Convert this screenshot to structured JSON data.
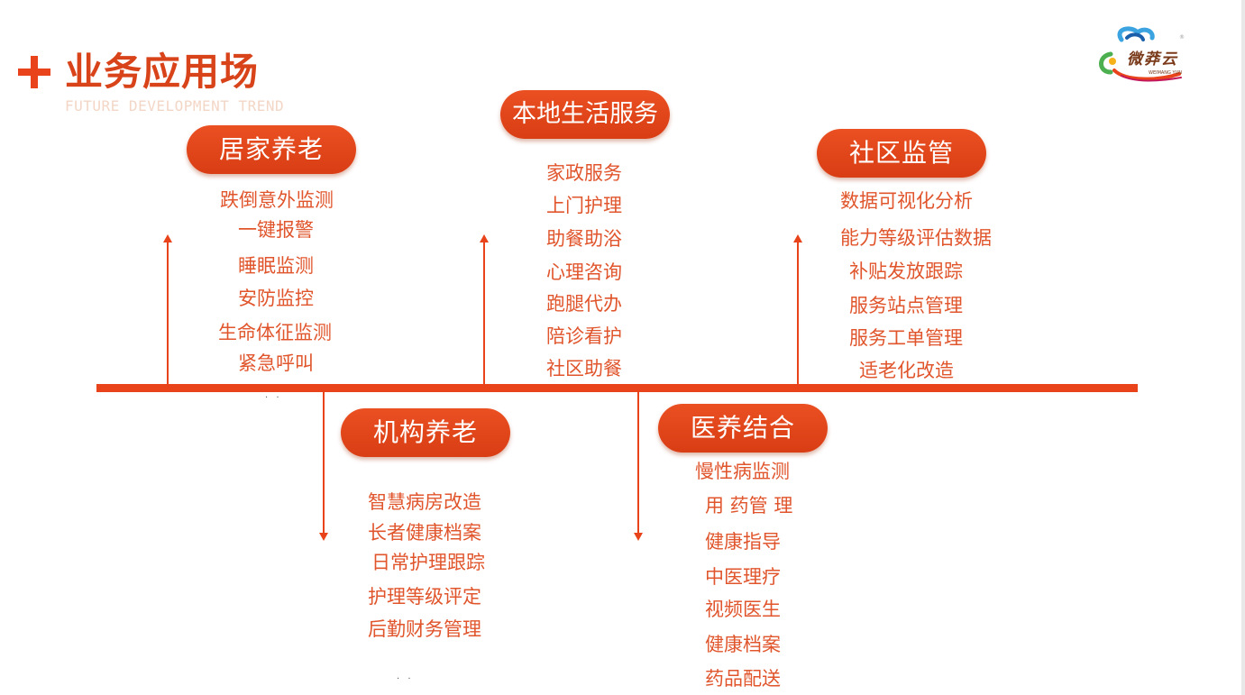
{
  "header": {
    "title": "业务应用场",
    "subtitle": "FUTURE DEVELOPMENT TREND"
  },
  "logo": {
    "name": "微莽云",
    "sub": "WEIMANG YUN",
    "registered": "®"
  },
  "colors": {
    "accent": "#e8431a",
    "item_text": "#e0552c",
    "subtitle": "#f3d6c6"
  },
  "categories": [
    {
      "label": "居家养老",
      "items": [
        "跌倒意外监测",
        "一键报警",
        "睡眠监测",
        "安防监控",
        "生命体征监测",
        "紧急呼叫"
      ]
    },
    {
      "label": "本地生活服务",
      "items": [
        "家政服务",
        "上门护理",
        "助餐助浴",
        "心理咨询",
        "跑腿代办",
        "陪诊看护",
        "社区助餐"
      ]
    },
    {
      "label": "社区监管",
      "items": [
        "数据可视化分析",
        "能力等级评估数据",
        "补贴发放跟踪",
        "服务站点管理",
        "服务工单管理",
        "适老化改造"
      ]
    },
    {
      "label": "机构养老",
      "items": [
        "智慧病房改造",
        "长者健康档案",
        "日常护理跟踪",
        "护理等级评定",
        "后勤财务管理"
      ]
    },
    {
      "label": "医养结合",
      "items": [
        "慢性病监测",
        "用 药管 理",
        "健康指导",
        "中医理疗",
        "视频医生",
        "健康档案",
        "药品配送"
      ]
    }
  ],
  "marks": [
    "· ·",
    "· ·"
  ]
}
